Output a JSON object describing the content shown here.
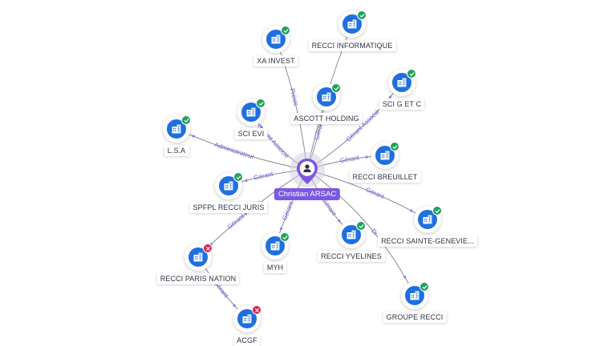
{
  "colors": {
    "company_icon_bg": "#1f6fe0",
    "status_active": "#1fa35a",
    "status_closed": "#d8284a",
    "person_accent": "#7b57e4",
    "edge": "#8a8a9a",
    "edge_label": "#6d5fd6"
  },
  "center": {
    "name": "Christian ARSAC",
    "icon": "person-icon"
  },
  "nodes": [
    {
      "id": "xa",
      "name": "XA INVEST",
      "status": "active",
      "icon": "company-building-icon"
    },
    {
      "id": "info",
      "name": "RECCI INFORMATIQUE",
      "status": "active",
      "icon": "company-building-icon"
    },
    {
      "id": "scigetc",
      "name": "SCI G ET C",
      "status": "active",
      "icon": "company-building-icon"
    },
    {
      "id": "ascott",
      "name": "ASCOTT HOLDING",
      "status": "active",
      "icon": "company-building-icon"
    },
    {
      "id": "scievi",
      "name": "SCI EVI",
      "status": "active",
      "icon": "company-building-icon"
    },
    {
      "id": "lsa",
      "name": "L.S.A",
      "status": "active",
      "icon": "company-building-icon"
    },
    {
      "id": "breuillet",
      "name": "RECCI BREUILLET",
      "status": "active",
      "icon": "company-building-icon"
    },
    {
      "id": "spfpl",
      "name": "SPFPL RECCI JURIS",
      "status": "active",
      "icon": "company-building-icon"
    },
    {
      "id": "sainte",
      "name": "RECCI SAINTE-GENEVIE...",
      "status": "active",
      "icon": "company-building-icon"
    },
    {
      "id": "yvelines",
      "name": "RECCI YVELINES",
      "status": "active",
      "icon": "company-building-icon"
    },
    {
      "id": "myh",
      "name": "MYH",
      "status": "active",
      "icon": "company-building-icon"
    },
    {
      "id": "paris",
      "name": "RECCI PARIS NATION",
      "status": "closed",
      "icon": "company-building-icon"
    },
    {
      "id": "groupe",
      "name": "GROUPE RECCI",
      "status": "active",
      "icon": "company-building-icon"
    },
    {
      "id": "acgf",
      "name": "ACGF",
      "status": "closed",
      "icon": "company-building-icon"
    }
  ],
  "edges": [
    {
      "from": "center",
      "to": "xa",
      "label": "Présic"
    },
    {
      "from": "center",
      "to": "info",
      "label": ""
    },
    {
      "from": "center",
      "to": "scigetc",
      "label": "Gérant Associé"
    },
    {
      "from": "center",
      "to": "ascott",
      "label": "Gérant"
    },
    {
      "from": "center",
      "to": "scievi",
      "label": "Gérant Associé"
    },
    {
      "from": "center",
      "to": "lsa",
      "label": "Administrateur"
    },
    {
      "from": "center",
      "to": "breuillet",
      "label": "Gérant"
    },
    {
      "from": "center",
      "to": "spfpl",
      "label": "Gérant"
    },
    {
      "from": "center",
      "to": "sainte",
      "label": "Gérant"
    },
    {
      "from": "center",
      "to": "yvelines",
      "label": "Gérant"
    },
    {
      "from": "center",
      "to": "groupe",
      "label": "Di"
    },
    {
      "from": "center",
      "to": "myh",
      "label": "Gérant"
    },
    {
      "from": "center",
      "to": "paris",
      "label": "Gérant Représ"
    },
    {
      "from": "paris",
      "to": "acgf",
      "label": "Gérant"
    }
  ]
}
